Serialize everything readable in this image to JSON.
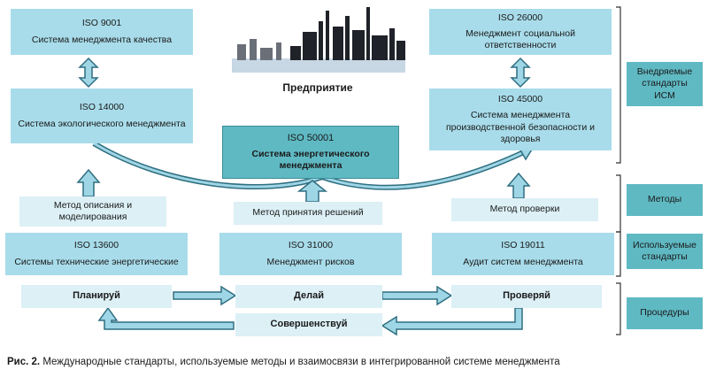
{
  "standards": {
    "iso9001": {
      "code": "ISO 9001",
      "name": "Система менеджмента качества"
    },
    "iso14000": {
      "code": "ISO 14000",
      "name": "Система экологического менеджмента"
    },
    "iso26000": {
      "code": "ISO 26000",
      "name": "Менеджмент социальной ответственности"
    },
    "iso45000": {
      "code": "ISO 45000",
      "name": "Система менеджмента производственной безопасности и здоровья"
    },
    "iso50001": {
      "code": "ISO 50001",
      "name": "Система энергетического менеджмента"
    },
    "iso13600": {
      "code": "ISO 13600",
      "name": "Системы технические энергетические"
    },
    "iso31000": {
      "code": "ISO 31000",
      "name": "Менеджмент рисков"
    },
    "iso19011": {
      "code": "ISO 19011",
      "name": "Аудит систем менеджмента"
    }
  },
  "enterprise": {
    "label": "Предприятие"
  },
  "methods": {
    "describe": "Метод описания и моделирования",
    "decide": "Метод принятия решений",
    "check": "Метод проверки"
  },
  "procedures": {
    "plan": "Планируй",
    "do": "Делай",
    "check": "Проверяй",
    "improve": "Совершенствуй"
  },
  "categories": {
    "implemented": "Внедряемые стандарты ИСМ",
    "methods": "Методы",
    "used": "Используемые стандарты",
    "procedures": "Процедуры"
  },
  "caption": {
    "prefix": "Рис. 2.",
    "text": " Международные стандарты, используемые методы и взаимосвязи в интегрированной системе менеджмента"
  },
  "colors": {
    "standard_box": "#a8dcea",
    "method_box": "#dcf0f6",
    "center_box": "#5fb9c3",
    "arrow_fill": "#9fd6e6",
    "arrow_stroke": "#2f6f80"
  }
}
